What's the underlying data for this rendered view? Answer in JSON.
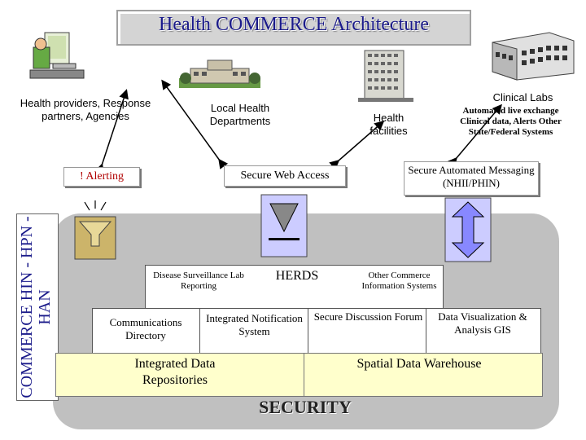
{
  "title": "Health COMMERCE Architecture",
  "nodes": {
    "providers": "Health providers, Response partners, Agencies",
    "local": "Local Health Departments",
    "facilities": "Health facilities",
    "clinical_title": "Clinical Labs",
    "clinical_detail": "Automated live exchange Clinical data, Alerts Other State/Federal Systems"
  },
  "access": {
    "alerting": "! Alerting",
    "web": "Secure Web Access",
    "messaging": "Secure Automated Messaging (NHII/PHIN)"
  },
  "side_label": "COMMERCE HIN - HPN - HAN",
  "components": {
    "disease": "Disease Surveillance Lab Reporting",
    "herds": "HERDS",
    "other": "Other Commerce Information Systems",
    "comm_dir": "Communications Directory",
    "notification": "Integrated Notification System",
    "discussion": "Secure Discussion Forum",
    "dataviz": "Data Visualization & Analysis GIS",
    "repos": "Integrated Data Repositories",
    "warehouse": "Spatial Data Warehouse",
    "security": "SECURITY"
  },
  "colors": {
    "title_text": "#1a1a8a",
    "panel": "#c0c0c0",
    "yellow": "#ffffcc",
    "blue": "#ccccff",
    "icon_blue": "#8888ff",
    "icon_tan": "#ccb46a"
  },
  "icons": [
    "person-at-computer-icon",
    "building-icon",
    "hospital-icon",
    "lab-building-icon",
    "alert-speaker-icon",
    "web-funnel-icon",
    "exchange-arrow-icon"
  ]
}
